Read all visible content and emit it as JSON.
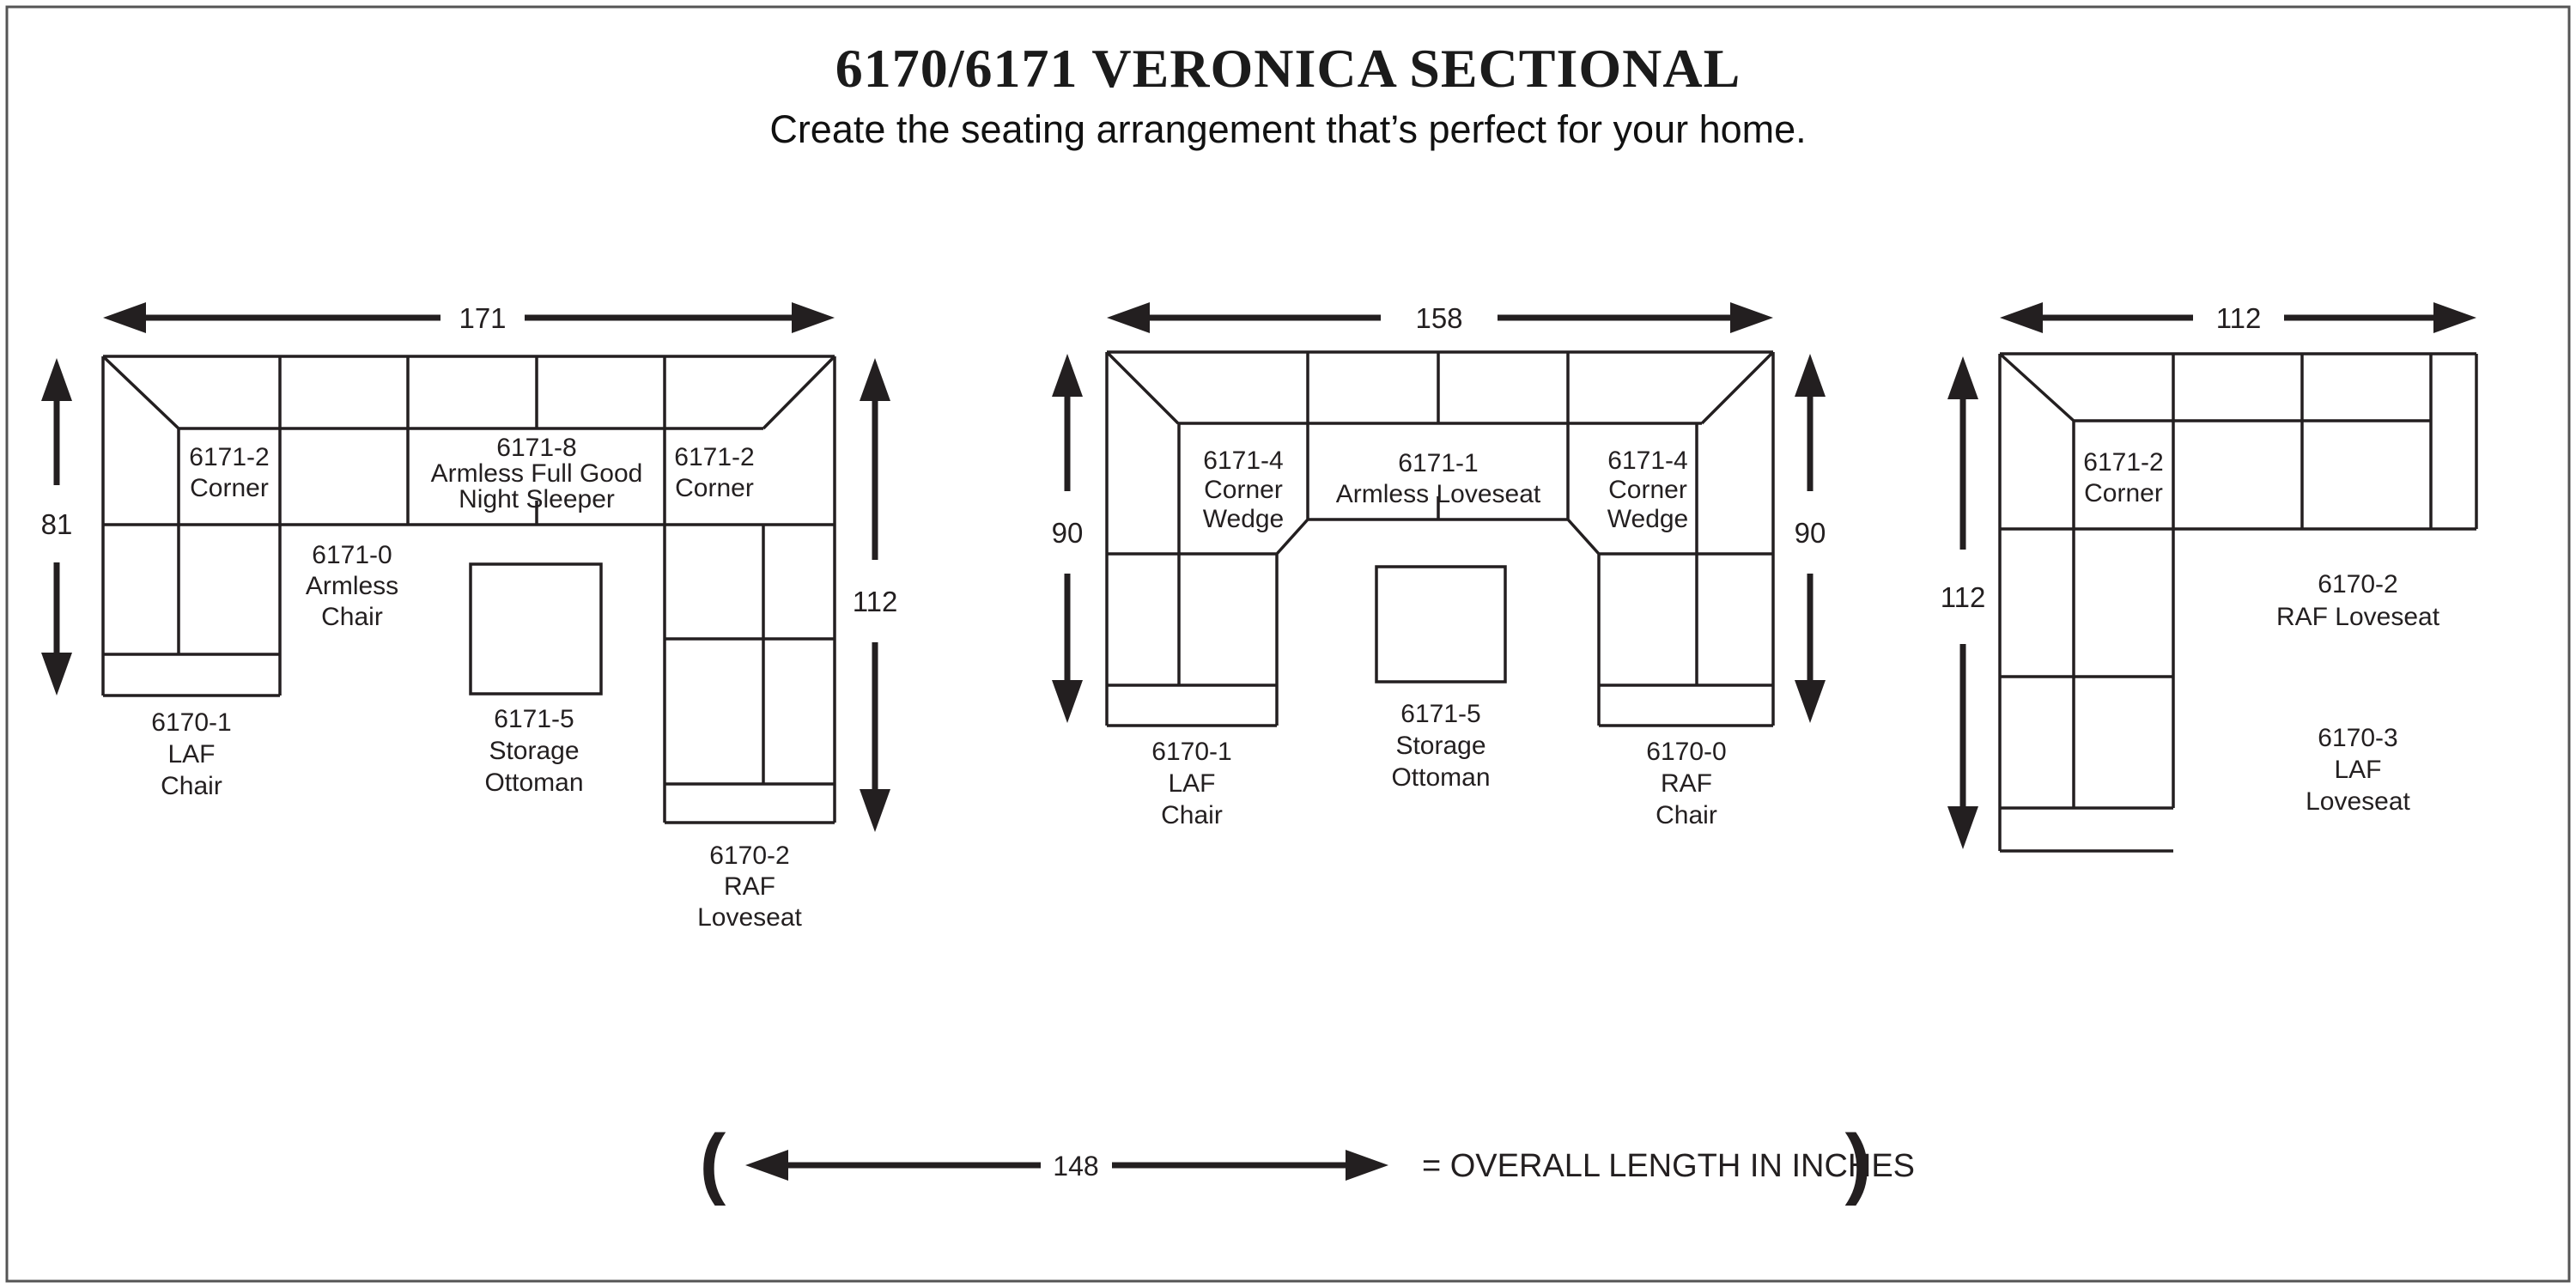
{
  "page": {
    "title": "6170/6171 VERONICA SECTIONAL",
    "subtitle": "Create the seating arrangement that’s perfect for your home."
  },
  "colors": {
    "ink": "#231f20",
    "background": "#ffffff",
    "border": "#555555"
  },
  "diagrams": [
    {
      "name": "u-shaped-sectional-171",
      "overall_width_in": "171",
      "left_depth_in": "81",
      "right_depth_in": "112",
      "pieces": {
        "corner_left": [
          "6171-2",
          "Corner"
        ],
        "sleeper": [
          "6171-8",
          "Armless Full Good",
          "Night Sleeper"
        ],
        "corner_right": [
          "6171-2",
          "Corner"
        ],
        "armless_chair": [
          "6171-0",
          "Armless",
          "Chair"
        ],
        "laf_chair": [
          "6170-1",
          "LAF",
          "Chair"
        ],
        "storage_ottoman": [
          "6171-5",
          "Storage",
          "Ottoman"
        ],
        "raf_loveseat": [
          "6170-2",
          "RAF",
          "Loveseat"
        ]
      }
    },
    {
      "name": "u-shaped-sectional-158",
      "overall_width_in": "158",
      "left_depth_in": "90",
      "right_depth_in": "90",
      "pieces": {
        "corner_wedge_left": [
          "6171-4",
          "Corner",
          "Wedge"
        ],
        "armless_loveseat": [
          "6171-1",
          "Armless Loveseat"
        ],
        "corner_wedge_right": [
          "6171-4",
          "Corner",
          "Wedge"
        ],
        "laf_chair": [
          "6170-1",
          "LAF",
          "Chair"
        ],
        "storage_ottoman": [
          "6171-5",
          "Storage",
          "Ottoman"
        ],
        "raf_chair": [
          "6170-0",
          "RAF",
          "Chair"
        ]
      }
    },
    {
      "name": "l-shaped-sectional-112",
      "overall_width_in": "112",
      "left_depth_in": "112",
      "pieces": {
        "corner": [
          "6171-2",
          "Corner"
        ],
        "raf_loveseat": [
          "6170-2",
          "RAF Loveseat"
        ],
        "laf_loveseat": [
          "6170-3",
          "LAF",
          "Loveseat"
        ]
      }
    }
  ],
  "legend": {
    "open_paren": "(",
    "length_label": "148",
    "equals_text": "= OVERALL LENGTH IN INCHES",
    "close_paren": ")"
  }
}
